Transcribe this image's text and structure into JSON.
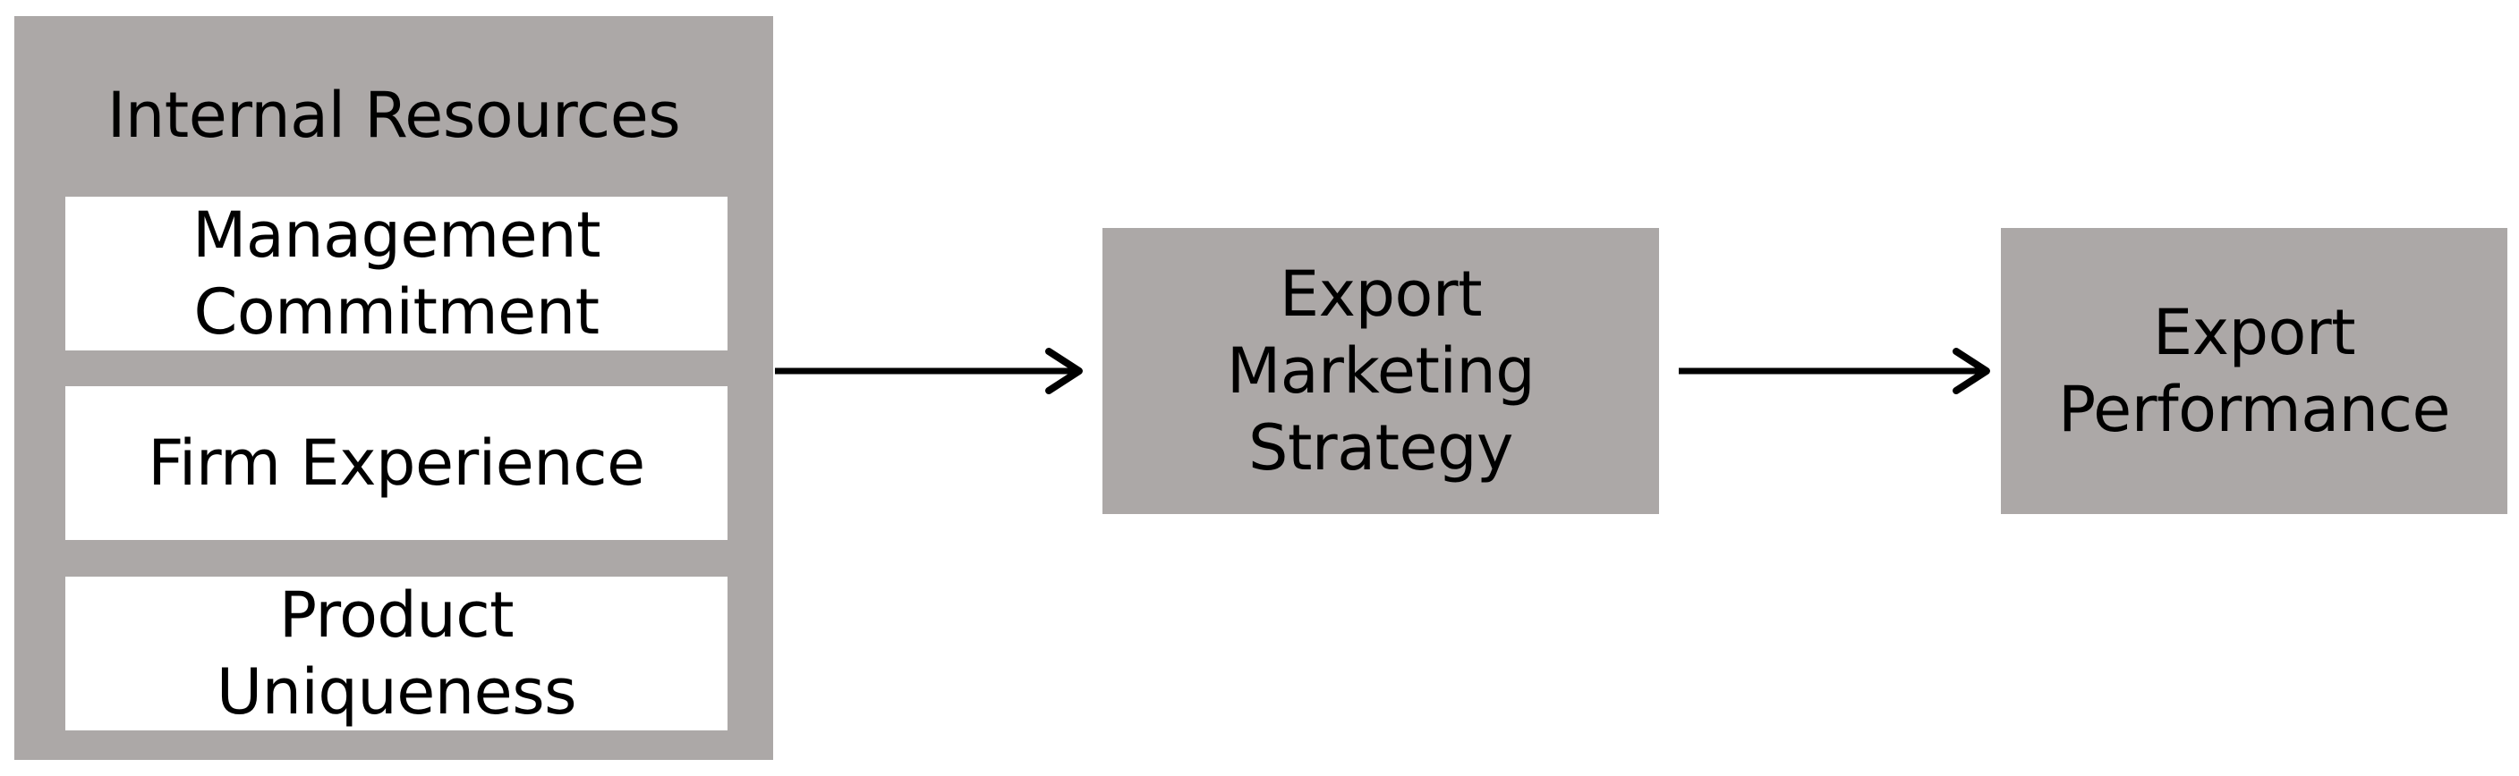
{
  "diagram": {
    "internal_resources": {
      "title": "Internal Resources",
      "items": [
        {
          "lines": [
            "Management",
            "Commitment"
          ]
        },
        {
          "lines": [
            "Firm Experience"
          ]
        },
        {
          "lines": [
            "Product",
            "Uniqueness"
          ]
        }
      ]
    },
    "strategy": {
      "lines": [
        "Export",
        "Marketing",
        "Strategy"
      ]
    },
    "performance": {
      "lines": [
        "Export",
        "Performance"
      ]
    }
  },
  "colors": {
    "box_fill": "#aca8a7",
    "inner_fill": "#ffffff",
    "arrow": "#000000",
    "text": "#000000"
  }
}
